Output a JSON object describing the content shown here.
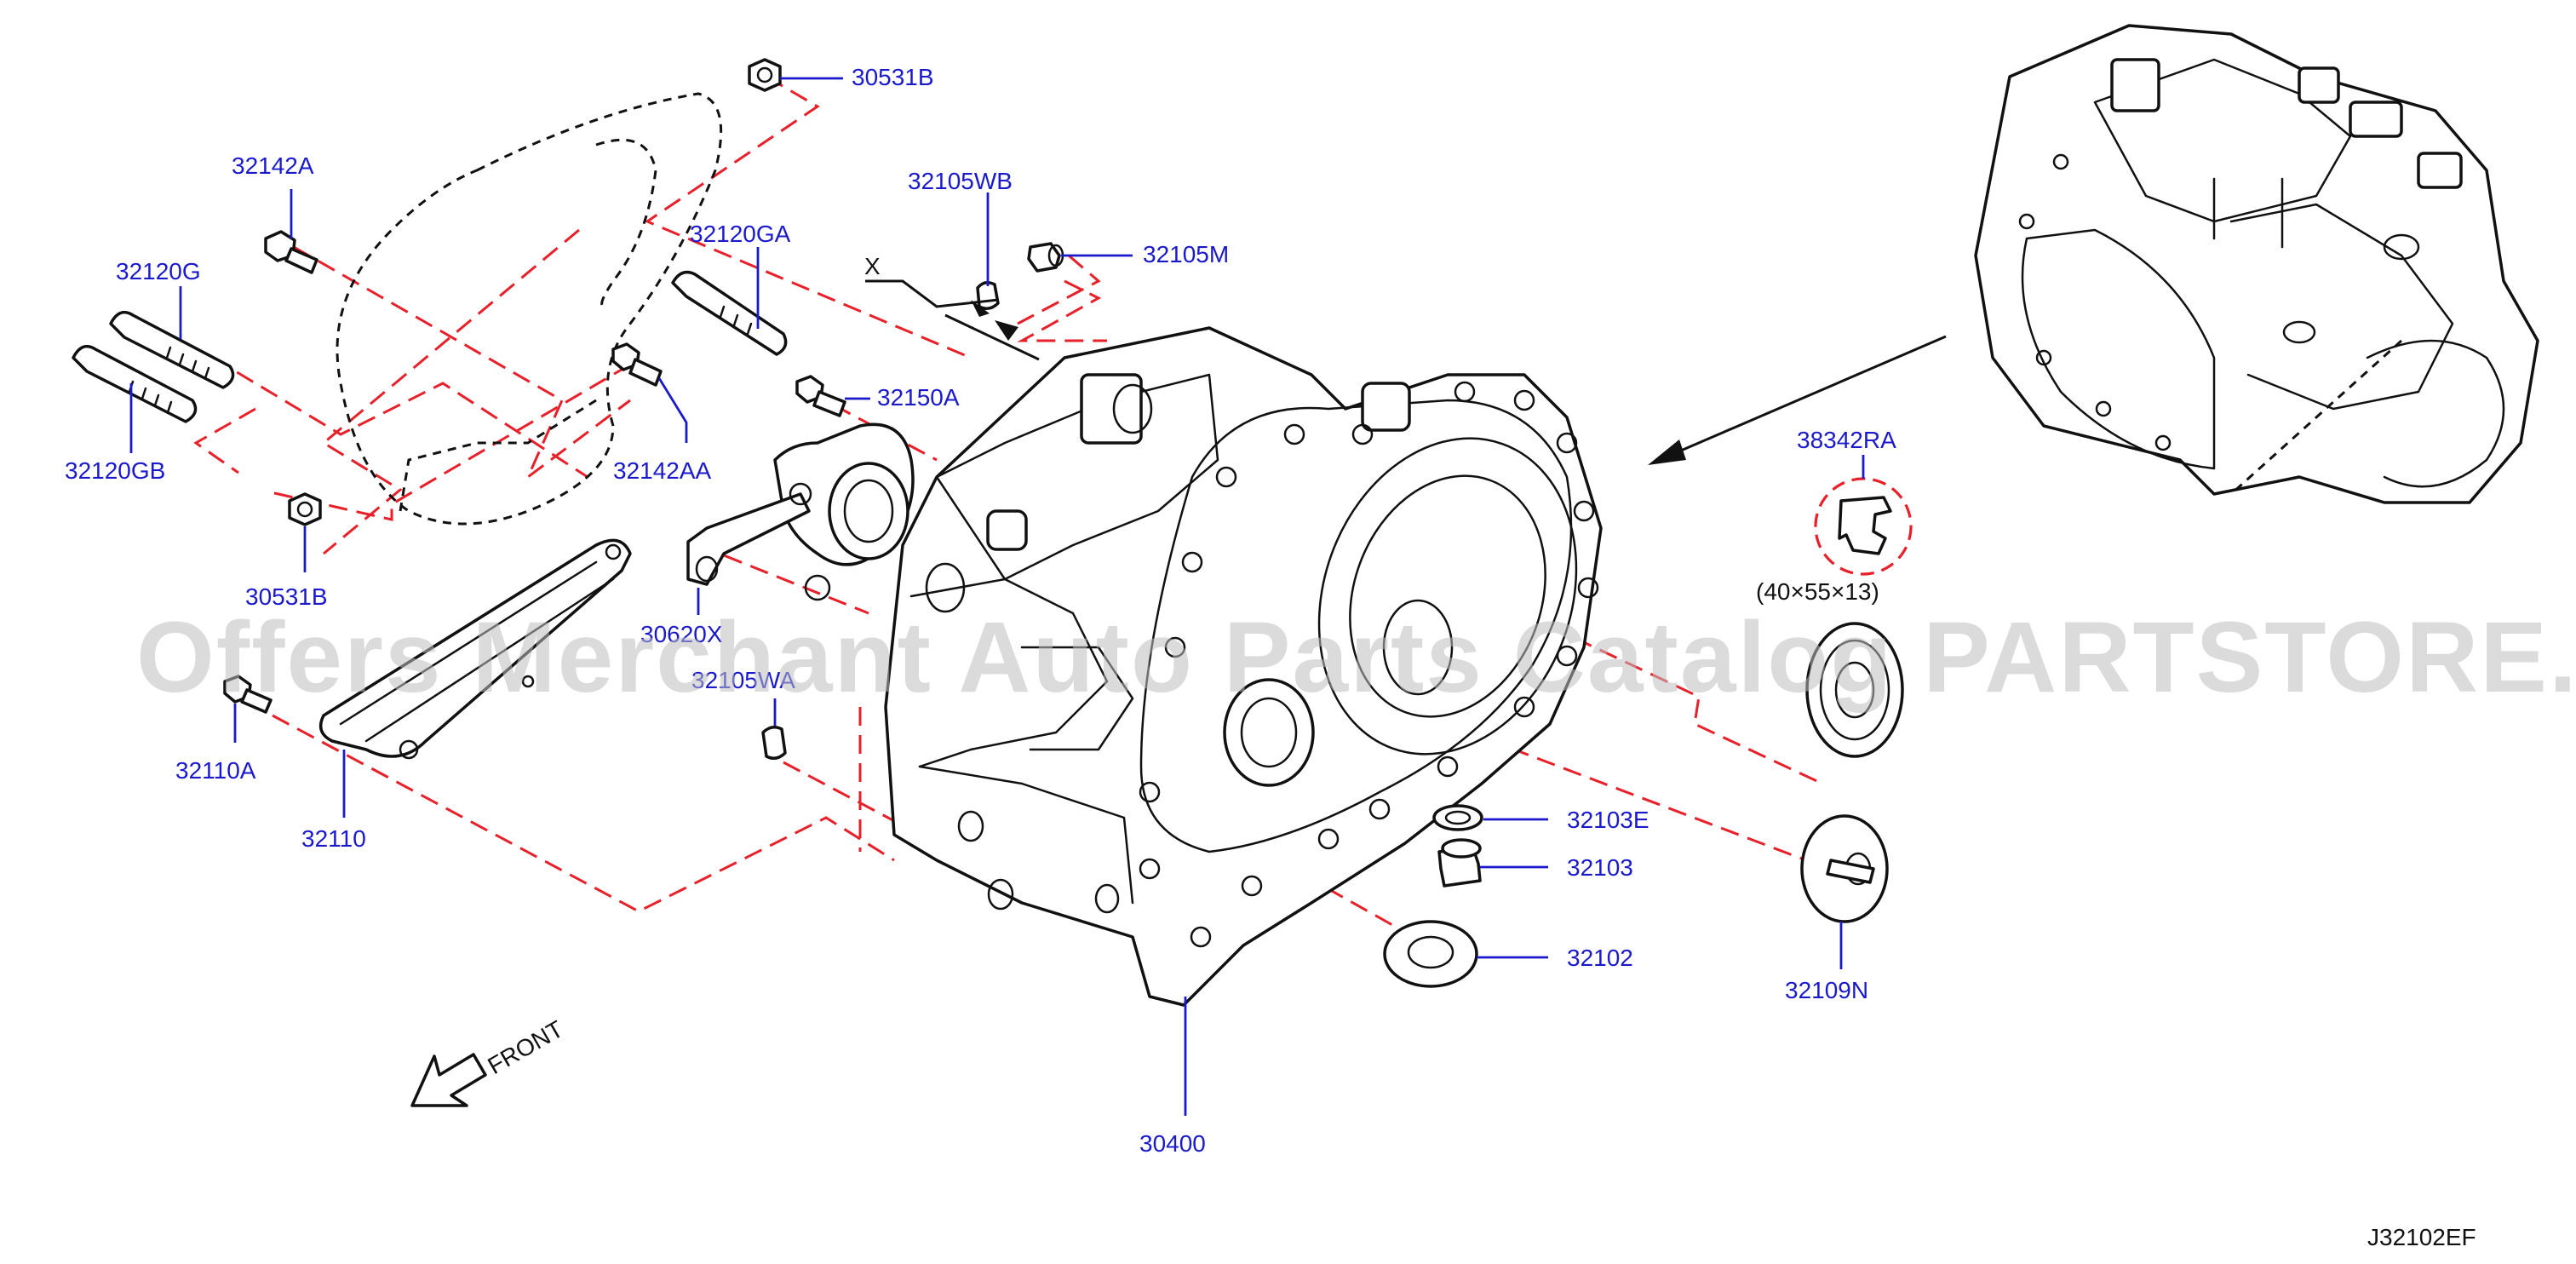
{
  "colors": {
    "label": "#1a1acc",
    "lines": "#111111",
    "assembly_path": "#e8202a",
    "watermark": "#bdbdbd"
  },
  "watermark": "Offers Merchant Auto Parts Catalog PARTSTORE.SA",
  "diagram_code": "J32102EF",
  "front_label": "FRONT",
  "x_marker": "X",
  "seal_size": "(40×55×13)",
  "parts": {
    "p30531B_top": "30531B",
    "p30531B_bottom": "30531B",
    "p32142A": "32142A",
    "p32120G": "32120G",
    "p32120GB": "32120GB",
    "p32120GA": "32120GA",
    "p32142AA": "32142AA",
    "p32105WB": "32105WB",
    "p32105M": "32105M",
    "p32150A": "32150A",
    "p30620X": "30620X",
    "p32105WA": "32105WA",
    "p32110A": "32110A",
    "p32110": "32110",
    "p38342RA": "38342RA",
    "p32103E": "32103E",
    "p32103": "32103",
    "p32102": "32102",
    "p32109N": "32109N",
    "p30400": "30400"
  }
}
